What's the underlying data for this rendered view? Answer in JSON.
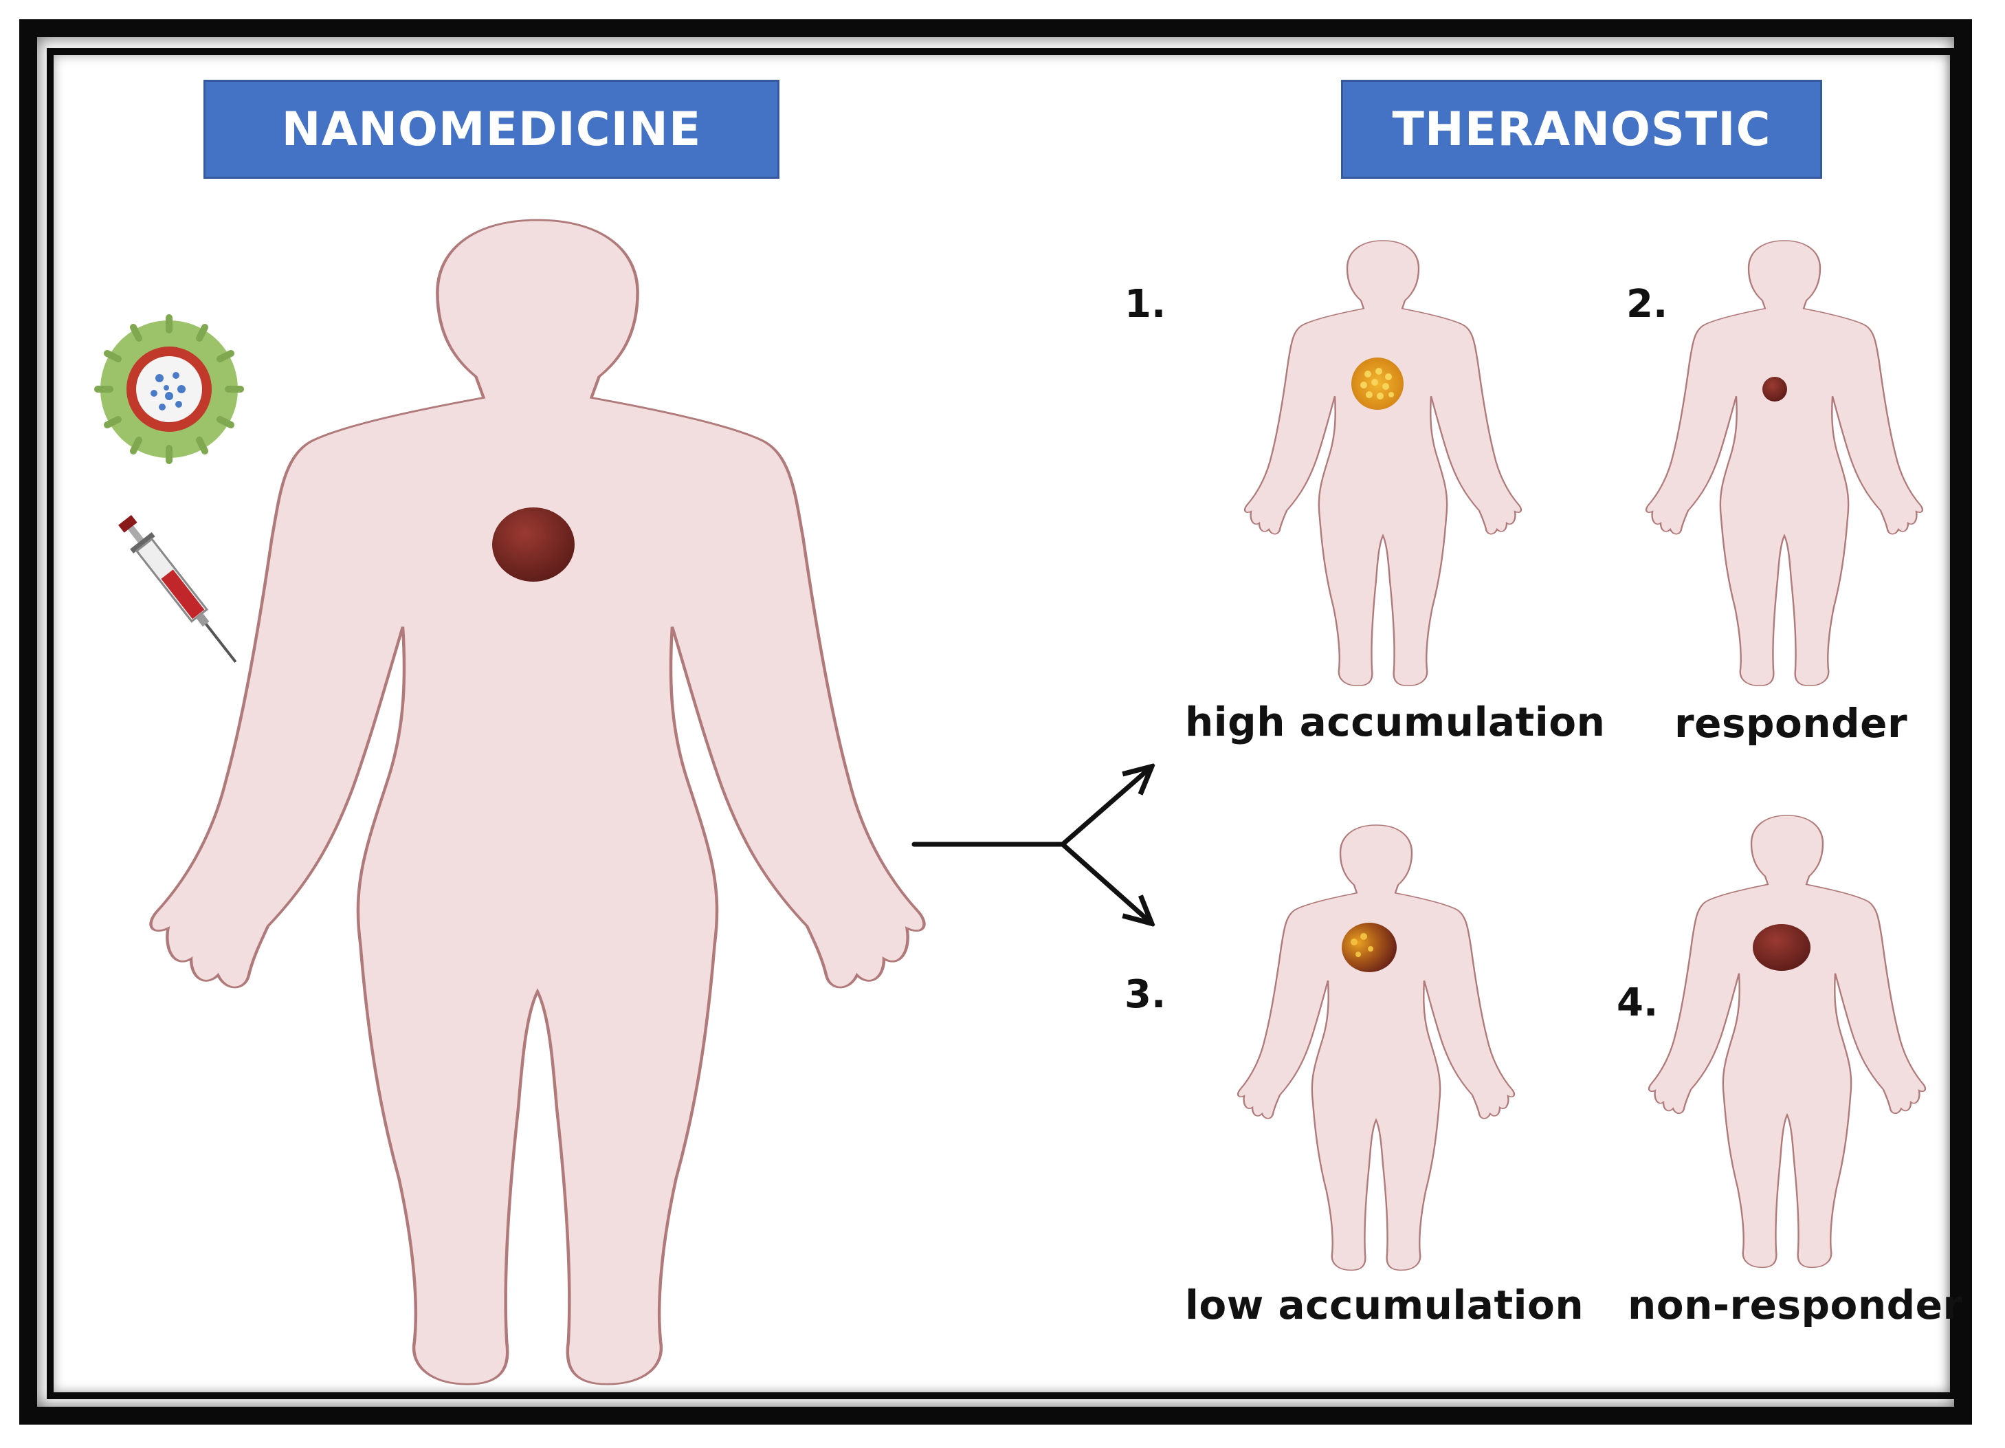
{
  "headers": {
    "left": "NANOMEDICINE",
    "right": "THERANOSTIC"
  },
  "panels": [
    {
      "number": "1.",
      "caption": "high accumulation",
      "tumor": "accumulation-high"
    },
    {
      "number": "2.",
      "caption": "responder",
      "tumor": "shrunk"
    },
    {
      "number": "3.",
      "caption": "low accumulation",
      "tumor": "accumulation-low"
    },
    {
      "number": "4.",
      "caption": "non-responder",
      "tumor": "unchanged"
    }
  ],
  "colors": {
    "header_fill": "#4472c4",
    "body_fill": "#f2dede",
    "body_outline": "#b07a7a",
    "tumor": "#7a2a24",
    "nanoparticle_shell": "#9cc26a",
    "nanoparticle_core": "#c0392b",
    "accumulation": "#e6a020"
  },
  "icons": {
    "nanoparticle": "nanoparticle-icon",
    "syringe": "syringe-icon",
    "arrow": "branching-arrow-icon"
  }
}
